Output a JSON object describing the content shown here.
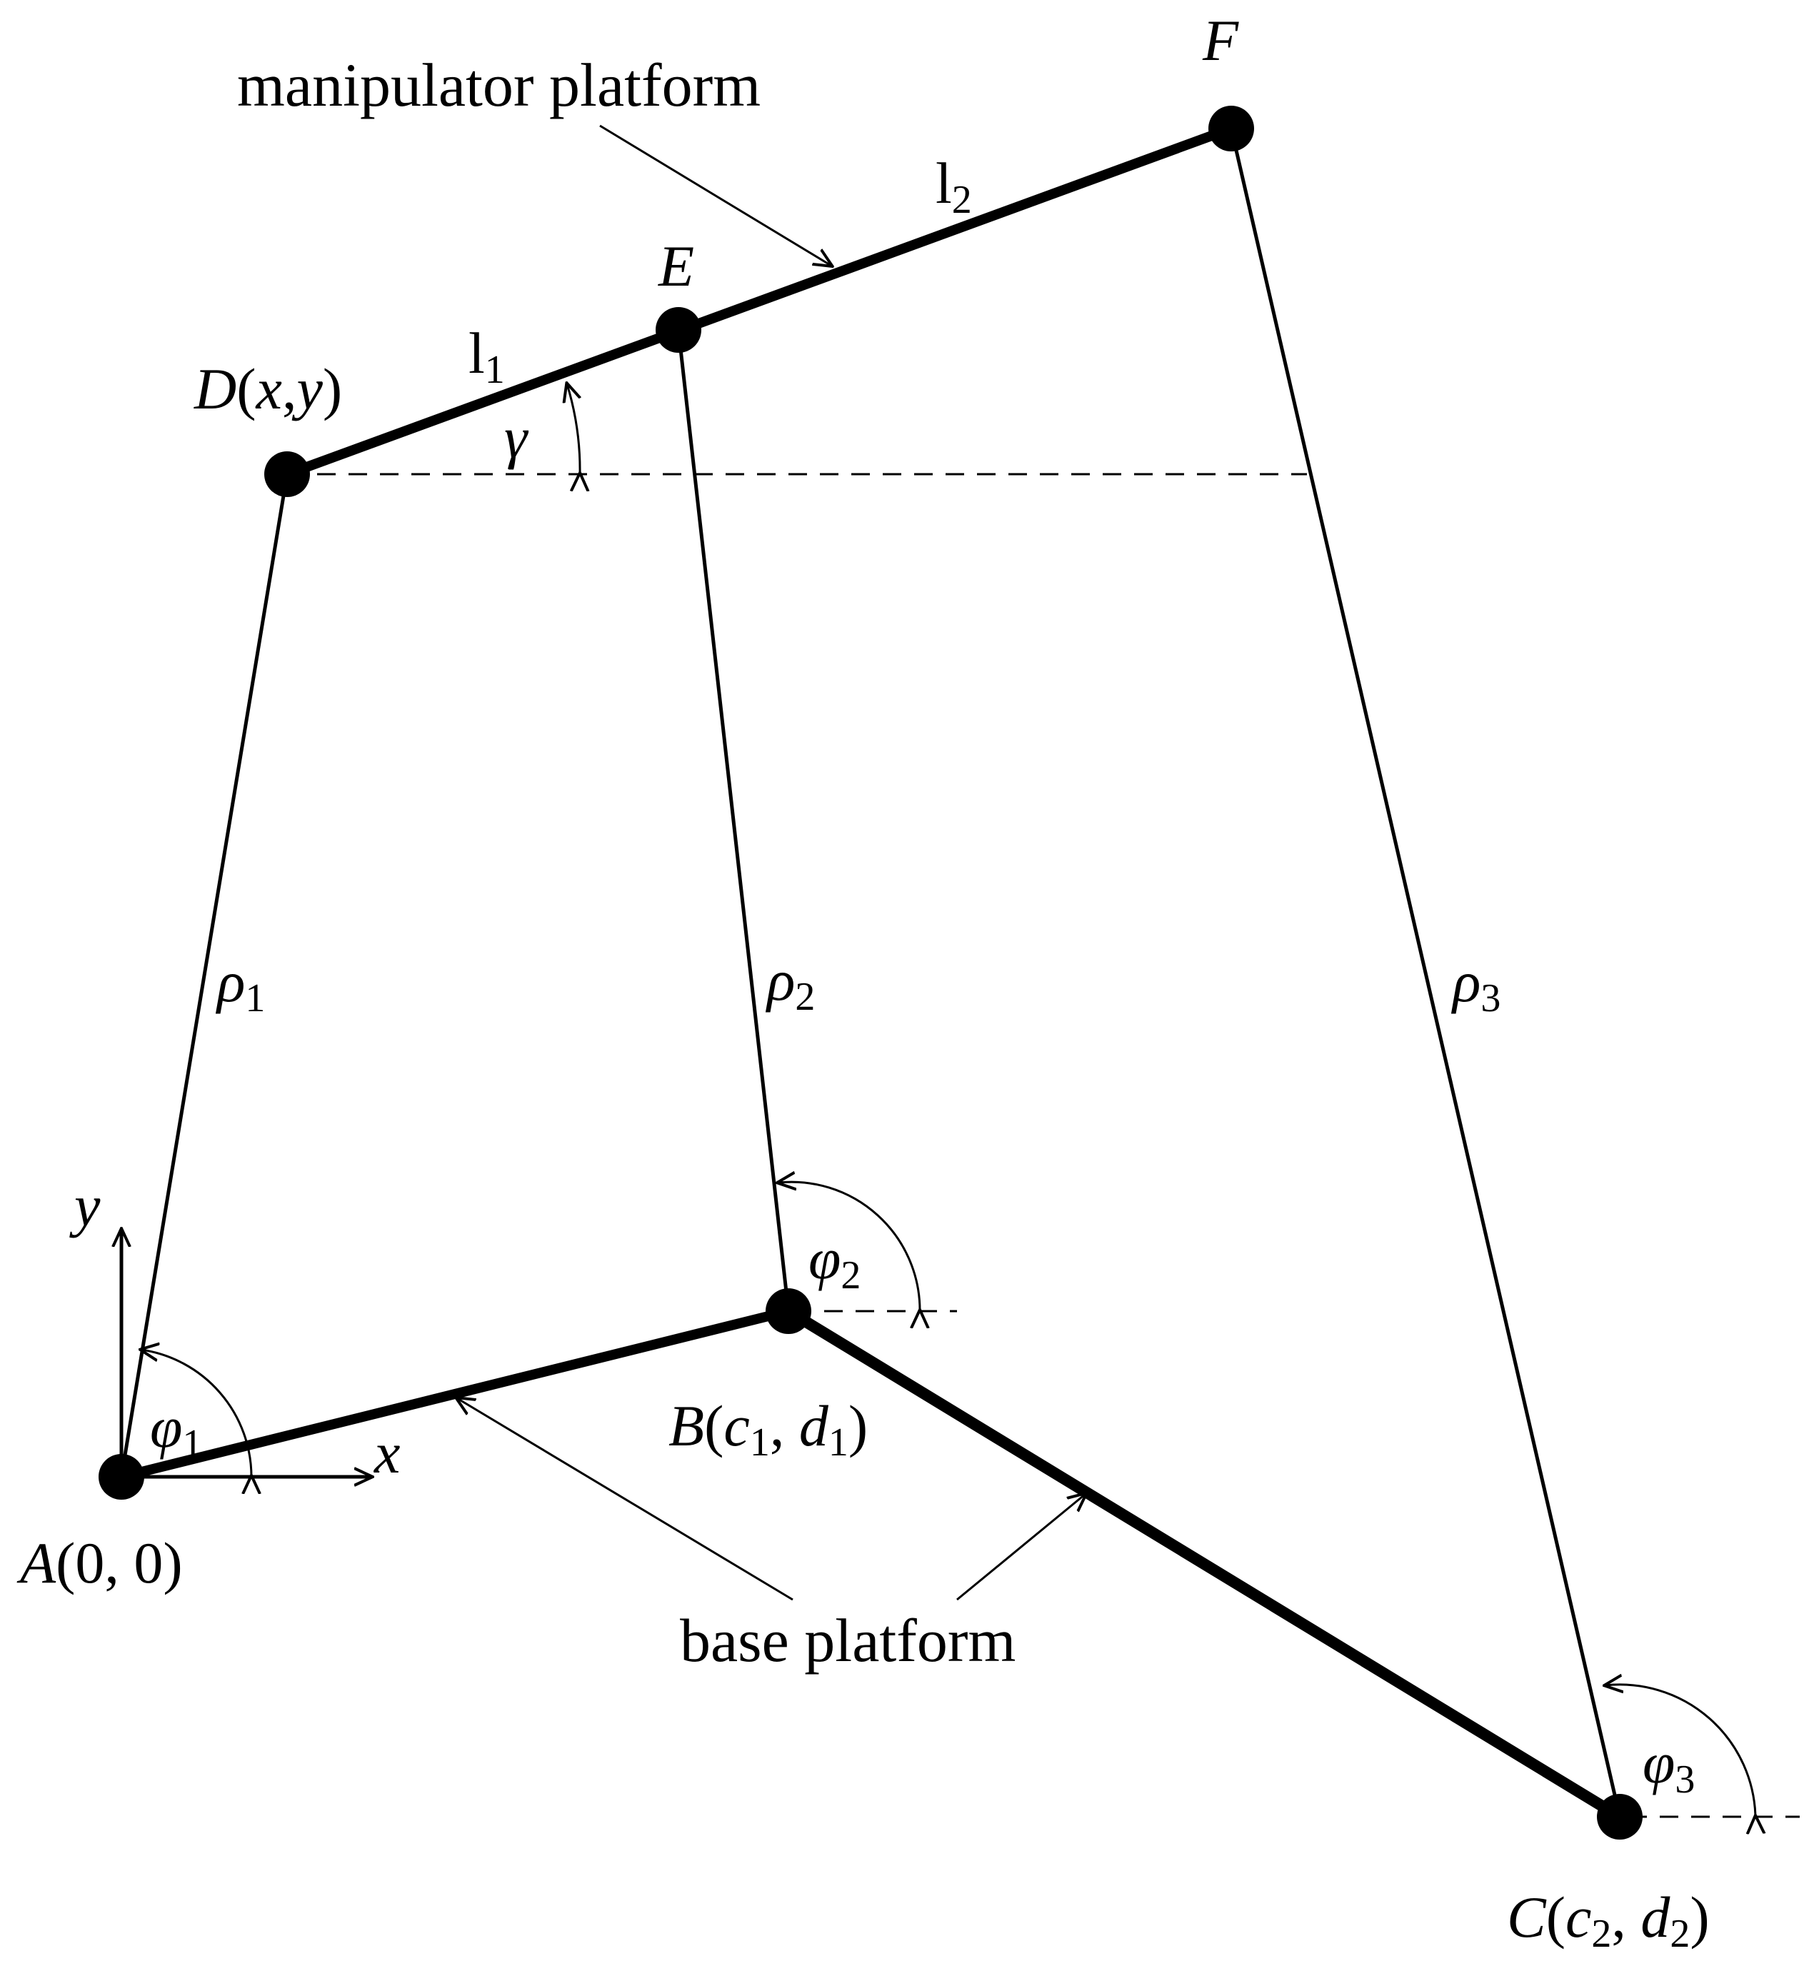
{
  "diagram": {
    "points": {
      "A": {
        "name": "A",
        "coords": "(0, 0)"
      },
      "B": {
        "name": "B",
        "open": "(",
        "c": "c",
        "c_sub": "1",
        "comma": ", ",
        "d": "d",
        "d_sub": "1",
        "close": ")"
      },
      "C": {
        "name": "C",
        "open": "(",
        "c": "c",
        "c_sub": "2",
        "comma": ", ",
        "d": "d",
        "d_sub": "2",
        "close": ")"
      },
      "D": {
        "name": "D",
        "open": "(",
        "x": "x",
        "comma": ",",
        "y": "y",
        "close": ")"
      },
      "E": {
        "name": "E"
      },
      "F": {
        "name": "F"
      }
    },
    "legs": {
      "rho1": {
        "sym": "ρ",
        "sub": "1"
      },
      "rho2": {
        "sym": "ρ",
        "sub": "2"
      },
      "rho3": {
        "sym": "ρ",
        "sub": "3"
      }
    },
    "angles": {
      "phi1": {
        "sym": "φ",
        "sub": "1"
      },
      "phi2": {
        "sym": "φ",
        "sub": "2"
      },
      "phi3": {
        "sym": "φ",
        "sub": "3"
      },
      "gamma": {
        "sym": "γ"
      }
    },
    "lengths": {
      "l1": {
        "sym": "l",
        "sub": "1"
      },
      "l2": {
        "sym": "l",
        "sub": "2"
      }
    },
    "axes": {
      "x": "x",
      "y": "y"
    },
    "annotations": {
      "manipulator": "manipulator platform",
      "base": "base platform"
    }
  }
}
